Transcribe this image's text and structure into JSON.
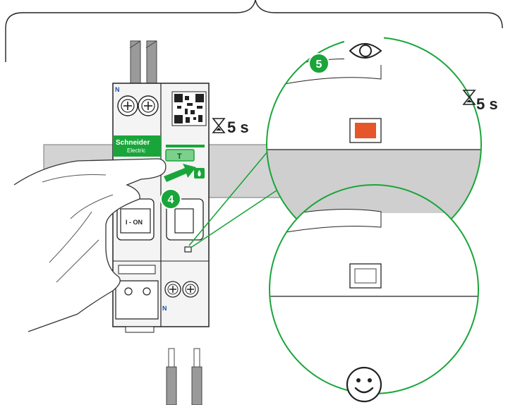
{
  "device": {
    "brand_line1": "Schneider",
    "brand_line2": "Electric",
    "terminal_label_top": "N",
    "terminal_label_bottom": "N",
    "handle_label": "I - ON",
    "test_button_label": "T"
  },
  "steps": {
    "step4": "4",
    "step5": "5"
  },
  "timers": {
    "timer_main": "5 s",
    "timer_right": "5 s"
  },
  "icons": {
    "eye": "eye-icon",
    "hourglass": "hourglass-icon",
    "smiley": "smiley-icon",
    "arrow": "arrow-right-icon"
  },
  "colors": {
    "accent_green": "#1aa53a",
    "indicator_red": "#e5562a",
    "gray_panel": "#cfcfcf",
    "outline": "#222222"
  }
}
